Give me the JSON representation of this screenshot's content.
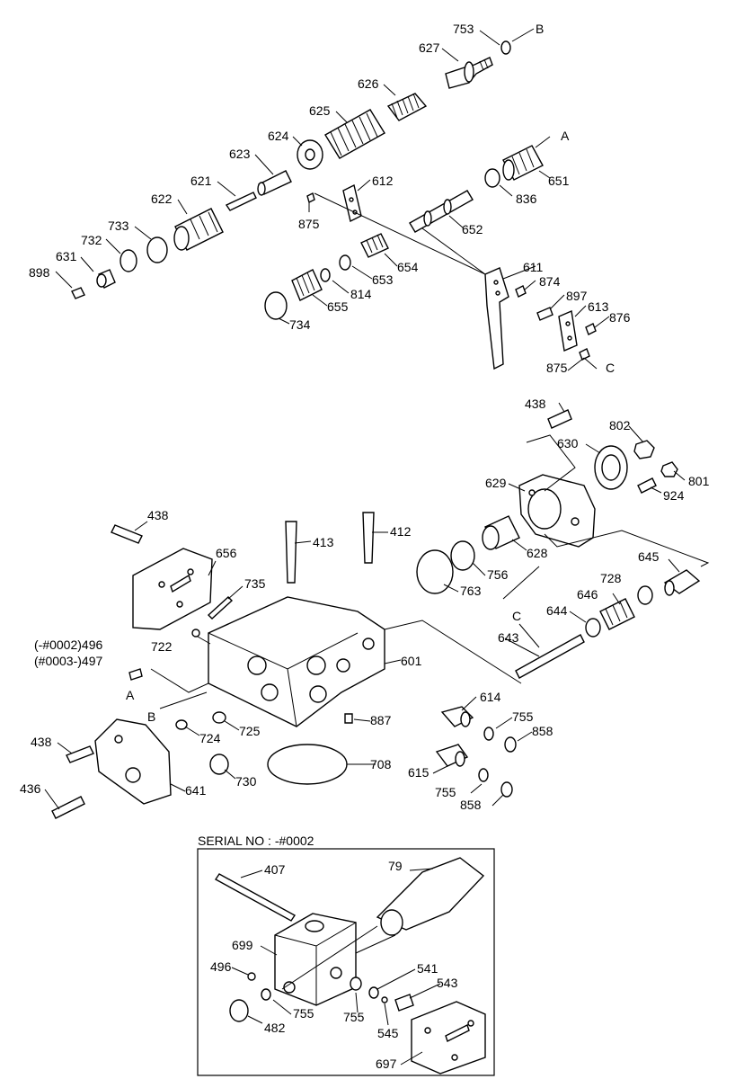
{
  "diagram": {
    "colors": {
      "ink": "#000000",
      "paper": "#ffffff"
    },
    "serial_box_title": "SERIAL NO : -#0002",
    "labels": {
      "l753": "753",
      "lB_top": "B",
      "l627": "627",
      "l626": "626",
      "l625": "625",
      "l624": "624",
      "l623": "623",
      "l621": "621",
      "l622": "622",
      "l733": "733",
      "l732": "732",
      "l631": "631",
      "l898": "898",
      "l875a": "875",
      "l612": "612",
      "lA_top": "A",
      "l651": "651",
      "l836": "836",
      "l652": "652",
      "l654": "654",
      "l653": "653",
      "l814": "814",
      "l655": "655",
      "l734": "734",
      "l611": "611",
      "l874": "874",
      "l897": "897",
      "l613": "613",
      "l876": "876",
      "l875b": "875",
      "lC_top": "C",
      "l438a": "438",
      "l802": "802",
      "l630": "630",
      "l801": "801",
      "l629": "629",
      "l924": "924",
      "l628": "628",
      "l645": "645",
      "l728": "728",
      "l646": "646",
      "l644": "644",
      "lC_mid": "C",
      "l643": "643",
      "l438b": "438",
      "l413": "413",
      "l412": "412",
      "l656": "656",
      "l735": "735",
      "l763": "763",
      "l756": "756",
      "l722": "722",
      "l496a": "(-#0002)496",
      "l497": "(#0003-)497",
      "l601": "601",
      "lA_mid": "A",
      "lB_mid": "B",
      "l614": "614",
      "l887": "887",
      "l755a": "755",
      "l858a": "858",
      "l724": "724",
      "l725": "725",
      "l438c": "438",
      "l708": "708",
      "l615": "615",
      "l436": "436",
      "l730": "730",
      "l641": "641",
      "l755b": "755",
      "l858b": "858",
      "l407": "407",
      "l79": "79",
      "l699": "699",
      "l496b": "496",
      "l541": "541",
      "l543": "543",
      "l755c": "755",
      "l755d": "755",
      "l545": "545",
      "l482": "482",
      "l697": "697"
    }
  }
}
